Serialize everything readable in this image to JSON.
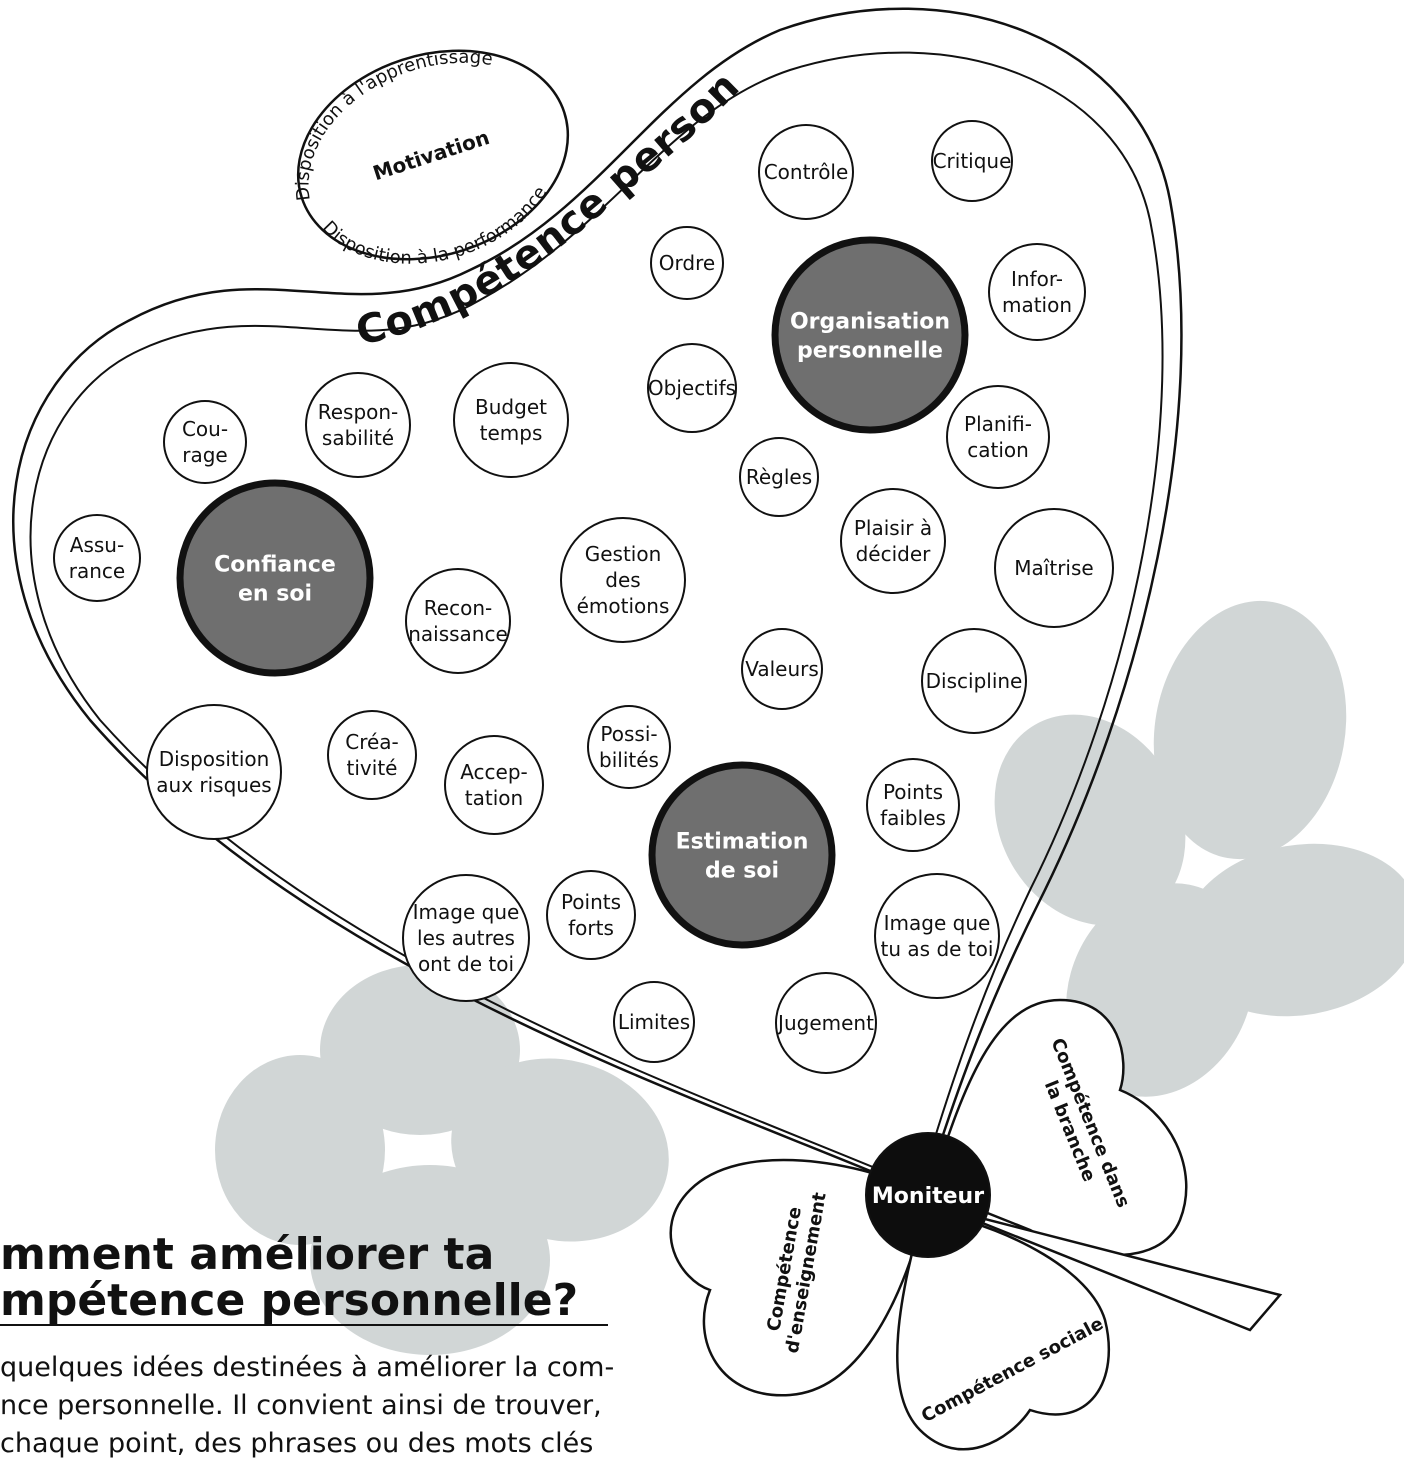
{
  "diagram": {
    "main_heading_arc": "Compétence personnelle",
    "motivation": {
      "center": "Motivation",
      "top_arc": "Disposition à l'apprentissage",
      "bottom_arc": "Disposition à la performance"
    },
    "main_nodes": [
      {
        "id": "confiance",
        "lines": [
          "Confiance",
          "en soi"
        ]
      },
      {
        "id": "organisation",
        "lines": [
          "Organisation",
          "personnelle"
        ]
      },
      {
        "id": "estimation",
        "lines": [
          "Estimation",
          "de soi"
        ]
      }
    ],
    "nodes": [
      {
        "id": "controle",
        "lines": [
          "Contrôle"
        ]
      },
      {
        "id": "critique",
        "lines": [
          "Critique"
        ]
      },
      {
        "id": "ordre",
        "lines": [
          "Ordre"
        ]
      },
      {
        "id": "information",
        "lines": [
          "Infor-",
          "mation"
        ]
      },
      {
        "id": "objectifs",
        "lines": [
          "Objectifs"
        ]
      },
      {
        "id": "budget",
        "lines": [
          "Budget",
          "temps"
        ]
      },
      {
        "id": "responsabilite",
        "lines": [
          "Respon-",
          "sabilité"
        ]
      },
      {
        "id": "courage",
        "lines": [
          "Cou-",
          "rage"
        ]
      },
      {
        "id": "planification",
        "lines": [
          "Planifi-",
          "cation"
        ]
      },
      {
        "id": "regles",
        "lines": [
          "Règles"
        ]
      },
      {
        "id": "plaisir",
        "lines": [
          "Plaisir à",
          "décider"
        ]
      },
      {
        "id": "assurance",
        "lines": [
          "Assu-",
          "rance"
        ]
      },
      {
        "id": "gestion",
        "lines": [
          "Gestion",
          "des",
          "émotions"
        ]
      },
      {
        "id": "maitrise",
        "lines": [
          "Maîtrise"
        ]
      },
      {
        "id": "reconnaissance",
        "lines": [
          "Recon-",
          "naissance"
        ]
      },
      {
        "id": "valeurs",
        "lines": [
          "Valeurs"
        ]
      },
      {
        "id": "discipline",
        "lines": [
          "Discipline"
        ]
      },
      {
        "id": "disposition-risques",
        "lines": [
          "Disposition",
          "aux risques"
        ]
      },
      {
        "id": "creativite",
        "lines": [
          "Créa-",
          "tivité"
        ]
      },
      {
        "id": "possibilites",
        "lines": [
          "Possi-",
          "bilités"
        ]
      },
      {
        "id": "acceptation",
        "lines": [
          "Accep-",
          "tation"
        ]
      },
      {
        "id": "points-faibles",
        "lines": [
          "Points",
          "faibles"
        ]
      },
      {
        "id": "image-autres",
        "lines": [
          "Image que",
          "les autres",
          "ont de toi"
        ]
      },
      {
        "id": "points-forts",
        "lines": [
          "Points",
          "forts"
        ]
      },
      {
        "id": "image-toi",
        "lines": [
          "Image que",
          "tu as de toi"
        ]
      },
      {
        "id": "limites",
        "lines": [
          "Limites"
        ]
      },
      {
        "id": "jugement",
        "lines": [
          "Jugement"
        ]
      }
    ],
    "moniteur": "Moniteur",
    "petals": {
      "branche": [
        "Compétence dans",
        "la branche"
      ],
      "enseignement": [
        "Compétence",
        "d'enseignement"
      ],
      "sociale": [
        "Compétence sociale"
      ]
    }
  },
  "text": {
    "heading_line1": "mment améliorer ta",
    "heading_line2": "mpétence personnelle?",
    "body_line1": "quelques idées destinées à améliorer la com-",
    "body_line2": "nce personnelle. Il convient ainsi de trouver,",
    "body_line3": "chaque point, des phrases ou des mots clés"
  },
  "colors": {
    "main_node_fill": "#6f6f6f",
    "moniteur_fill": "#0d0d0d",
    "clover_fill": "#c9cfcf",
    "stroke": "#111111"
  }
}
